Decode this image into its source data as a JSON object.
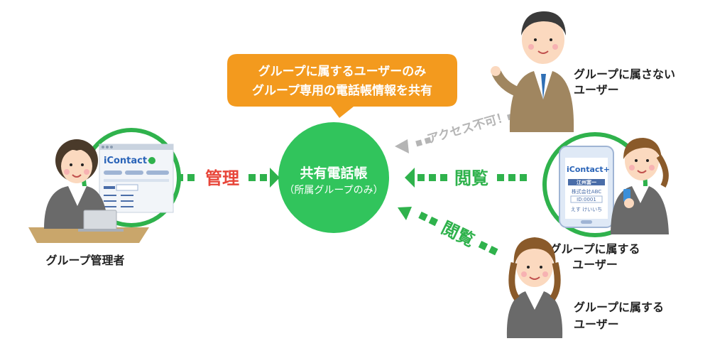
{
  "bubble": {
    "line1": "グループに属するユーザーのみ",
    "line2": "グループ専用の電話帳情報を共有"
  },
  "center": {
    "title": "共有電話帳",
    "subtitle": "（所属グループのみ）"
  },
  "actors": {
    "admin": "グループ管理者",
    "non_member": {
      "line1": "グループに属さない",
      "line2": "ユーザー"
    },
    "member_right": {
      "line1": "グループに属する",
      "line2": "ユーザー"
    },
    "member_bottom": {
      "line1": "グループに属する",
      "line2": "ユーザー"
    }
  },
  "edges": {
    "manage": "管理",
    "view_right": "閲覧",
    "view_bottom": "閲覧",
    "no_access": "アクセス不可！"
  },
  "app": {
    "brand": "iContact+",
    "card_name": "江州富一",
    "card_company": "株式会社ABC",
    "card_id": "ID:0001",
    "card_kana": "えす けいいち"
  },
  "colors": {
    "green": "#2fb24c",
    "center_green": "#31c45c",
    "orange": "#f39a1e",
    "red": "#e8463a",
    "gray": "#b5b5b5"
  }
}
